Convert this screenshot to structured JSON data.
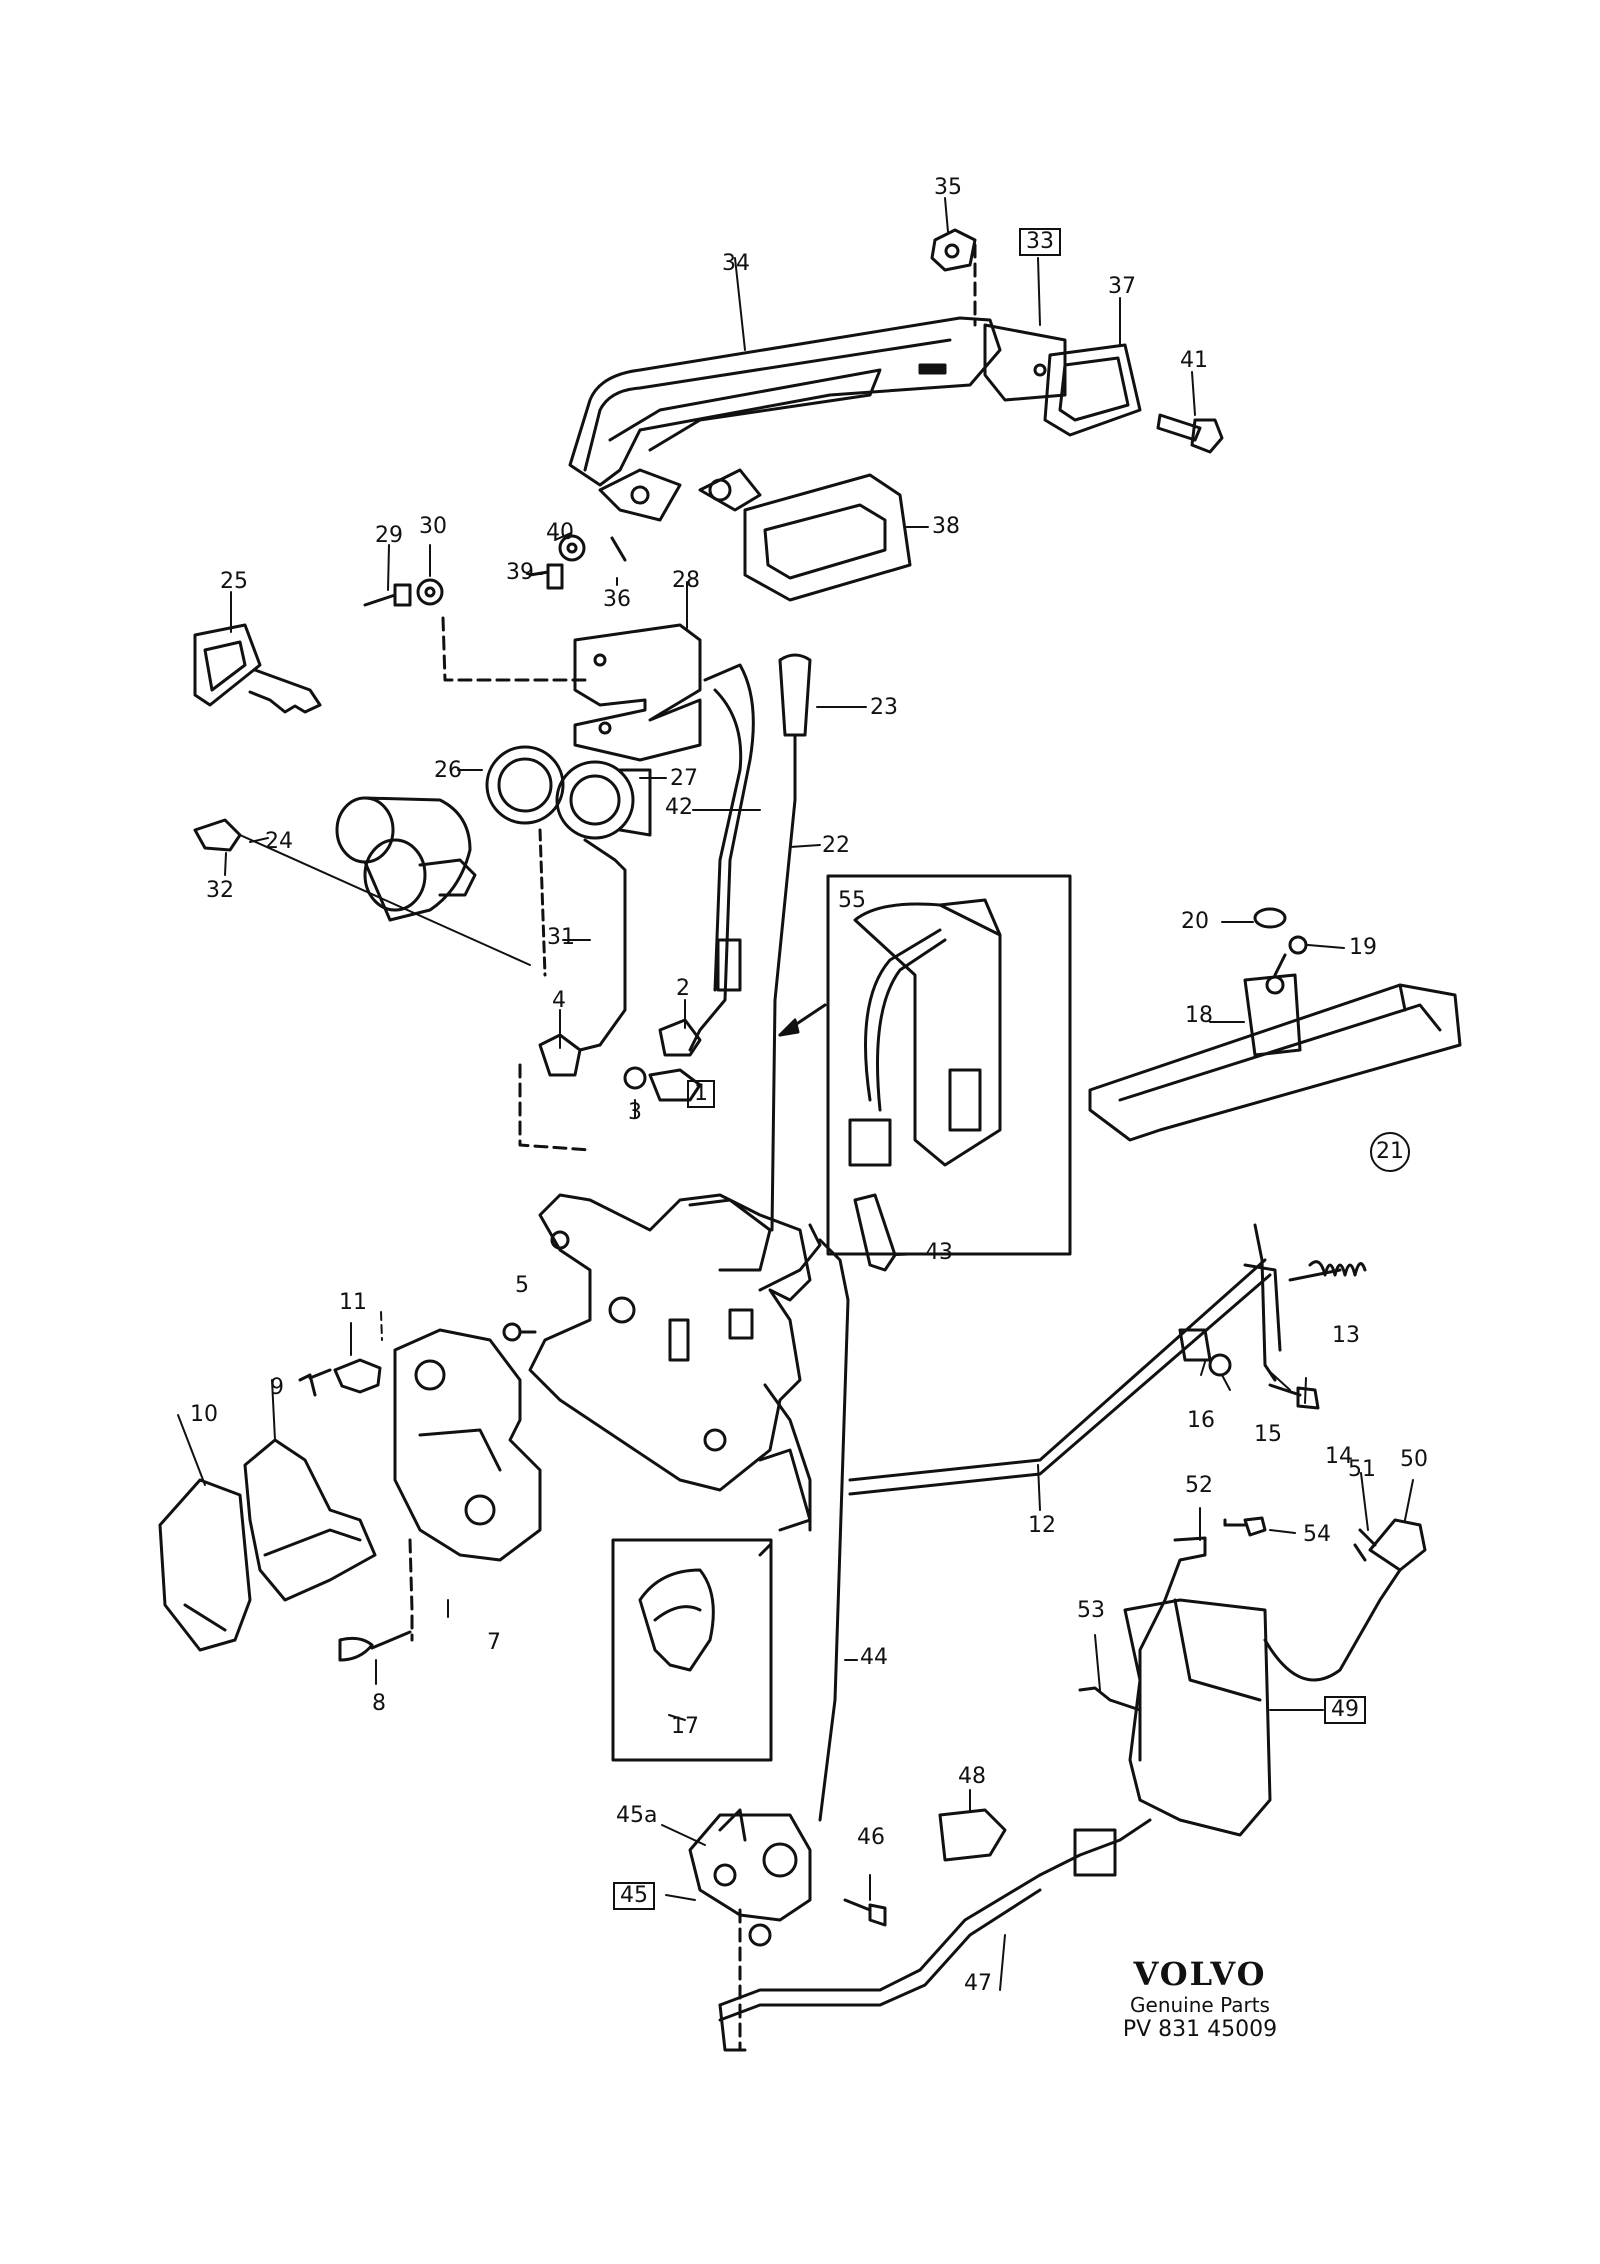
{
  "callouts": [
    {
      "id": "c1",
      "text": "1",
      "style": "box"
    },
    {
      "id": "c2",
      "text": "2"
    },
    {
      "id": "c3",
      "text": "3"
    },
    {
      "id": "c4",
      "text": "4"
    },
    {
      "id": "c5",
      "text": "5"
    },
    {
      "id": "c7",
      "text": "7"
    },
    {
      "id": "c8",
      "text": "8"
    },
    {
      "id": "c9",
      "text": "9"
    },
    {
      "id": "c10",
      "text": "10"
    },
    {
      "id": "c11",
      "text": "11"
    },
    {
      "id": "c12",
      "text": "12"
    },
    {
      "id": "c13",
      "text": "13"
    },
    {
      "id": "c14",
      "text": "14"
    },
    {
      "id": "c15",
      "text": "15"
    },
    {
      "id": "c16",
      "text": "16"
    },
    {
      "id": "c17",
      "text": "17"
    },
    {
      "id": "c18",
      "text": "18"
    },
    {
      "id": "c19",
      "text": "19"
    },
    {
      "id": "c20",
      "text": "20"
    },
    {
      "id": "c21",
      "text": "21",
      "style": "circle"
    },
    {
      "id": "c22",
      "text": "22"
    },
    {
      "id": "c23",
      "text": "23"
    },
    {
      "id": "c24",
      "text": "24"
    },
    {
      "id": "c25",
      "text": "25"
    },
    {
      "id": "c26",
      "text": "26"
    },
    {
      "id": "c27",
      "text": "27"
    },
    {
      "id": "c28",
      "text": "28"
    },
    {
      "id": "c29",
      "text": "29"
    },
    {
      "id": "c30",
      "text": "30"
    },
    {
      "id": "c31",
      "text": "31"
    },
    {
      "id": "c32",
      "text": "32"
    },
    {
      "id": "c33",
      "text": "33",
      "style": "box"
    },
    {
      "id": "c34",
      "text": "34"
    },
    {
      "id": "c35",
      "text": "35"
    },
    {
      "id": "c36",
      "text": "36"
    },
    {
      "id": "c37",
      "text": "37"
    },
    {
      "id": "c38",
      "text": "38"
    },
    {
      "id": "c39",
      "text": "39"
    },
    {
      "id": "c40",
      "text": "40"
    },
    {
      "id": "c41",
      "text": "41"
    },
    {
      "id": "c42",
      "text": "42"
    },
    {
      "id": "c43",
      "text": "43"
    },
    {
      "id": "c44",
      "text": "44"
    },
    {
      "id": "c45",
      "text": "45",
      "style": "box"
    },
    {
      "id": "c45a",
      "text": "45a"
    },
    {
      "id": "c46",
      "text": "46"
    },
    {
      "id": "c47",
      "text": "47"
    },
    {
      "id": "c48",
      "text": "48"
    },
    {
      "id": "c49",
      "text": "49",
      "style": "box"
    },
    {
      "id": "c50",
      "text": "50"
    },
    {
      "id": "c51",
      "text": "51"
    },
    {
      "id": "c52",
      "text": "52"
    },
    {
      "id": "c53",
      "text": "53"
    },
    {
      "id": "c54",
      "text": "54"
    },
    {
      "id": "c55",
      "text": "55"
    }
  ],
  "brand": {
    "logo": "VOLVO",
    "subtitle": "Genuine Parts",
    "code": "PV 831 45009"
  }
}
